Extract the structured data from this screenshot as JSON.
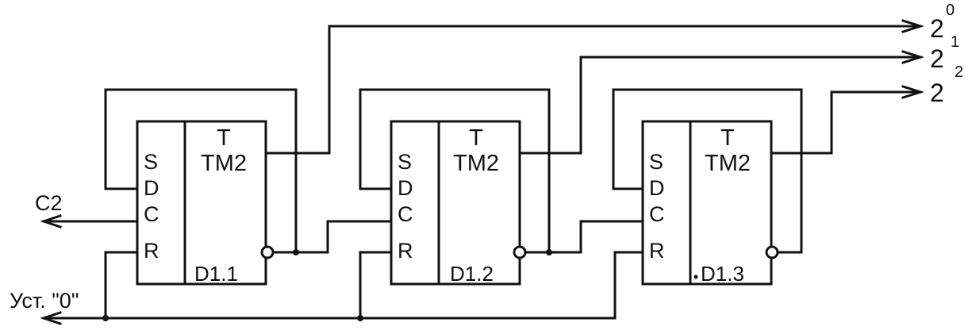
{
  "flipflops": [
    {
      "pins": [
        "S",
        "D",
        "C",
        "R"
      ],
      "type": "T",
      "model": "TM2",
      "ref": "D1.1"
    },
    {
      "pins": [
        "S",
        "D",
        "C",
        "R"
      ],
      "type": "T",
      "model": "TM2",
      "ref": "D1.2"
    },
    {
      "pins": [
        "S",
        "D",
        "C",
        "R"
      ],
      "type": "T",
      "model": "TM2",
      "ref": "D1.3"
    }
  ],
  "signals": {
    "clock": "C2",
    "reset": "Уст. \"0\""
  },
  "outputs": [
    {
      "base": "2",
      "exp": "0"
    },
    {
      "base": "2",
      "exp": "1"
    },
    {
      "base": "2",
      "exp": "2"
    }
  ]
}
